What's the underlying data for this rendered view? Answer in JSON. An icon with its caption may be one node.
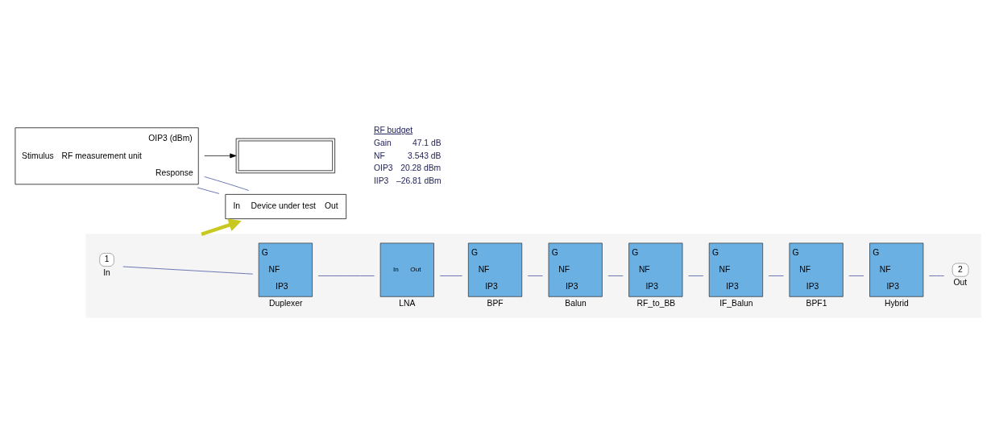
{
  "diagram": {
    "nodes": [
      {
        "text": [
          "Stimulus",
          "RF measurement unit",
          "OIP3 (dBm)",
          "Response"
        ]
      },
      {
        "text": [],
        "shape": "box"
      },
      {
        "text": [
          "In",
          "Device under test",
          "Out"
        ]
      },
      {
        "text": [],
        "shape": "box"
      },
      {
        "text": [
          "1"
        ],
        "beside": [
          "In"
        ],
        "in": 3
      },
      {
        "text": [
          "G",
          "NF",
          "IP3"
        ],
        "beside": [
          "Duplexer"
        ],
        "in": 3
      },
      {
        "text": [
          "In",
          "Out"
        ],
        "beside": [
          "LNA"
        ],
        "in": 3
      },
      {
        "text": [
          "G",
          "NF",
          "IP3"
        ],
        "beside": [
          "BPF"
        ],
        "in": 3
      },
      {
        "text": [
          "G",
          "NF",
          "IP3"
        ],
        "beside": [
          "Balun"
        ],
        "in": 3
      },
      {
        "text": [
          "G",
          "NF",
          "IP3"
        ],
        "beside": [
          "RF_to_BB"
        ],
        "in": 3
      },
      {
        "text": [
          "G",
          "NF",
          "IP3"
        ],
        "beside": [
          "IF_Balun"
        ],
        "in": 3
      },
      {
        "text": [
          "G",
          "NF",
          "IP3"
        ],
        "beside": [
          "BPF1"
        ],
        "in": 3
      },
      {
        "text": [
          "G",
          "NF",
          "IP3"
        ],
        "beside": [
          "Hybrid"
        ],
        "in": 3
      },
      {
        "text": [
          "2"
        ],
        "beside": [
          "Out"
        ],
        "in": 3
      }
    ],
    "edges": [
      {
        "from": 0,
        "to": 1,
        "arrow": "to",
        "color": "#000000"
      },
      {
        "from": 0,
        "to": 2,
        "arrow": "none"
      },
      {
        "from": 2,
        "to": 0,
        "arrow": "none"
      },
      {
        "from": 3,
        "to": 2,
        "arrow": "to",
        "style": "thick",
        "color": "#c8c820"
      },
      {
        "from": 4,
        "to": 5,
        "arrow": "none"
      },
      {
        "from": 5,
        "to": 6,
        "arrow": "none"
      },
      {
        "from": 6,
        "to": 7,
        "arrow": "none"
      },
      {
        "from": 7,
        "to": 8,
        "arrow": "none"
      },
      {
        "from": 8,
        "to": 9,
        "arrow": "none"
      },
      {
        "from": 9,
        "to": 10,
        "arrow": "none"
      },
      {
        "from": 10,
        "to": 11,
        "arrow": "none"
      },
      {
        "from": 11,
        "to": 12,
        "arrow": "none"
      },
      {
        "from": 12,
        "to": 13,
        "arrow": "none"
      }
    ],
    "labels": [
      "RF budget",
      "Gain",
      "47.1 dB",
      "NF",
      "3.543 dB",
      "OIP3",
      "20.28 dBm",
      "IIP3",
      "–26.81 dBm"
    ]
  }
}
